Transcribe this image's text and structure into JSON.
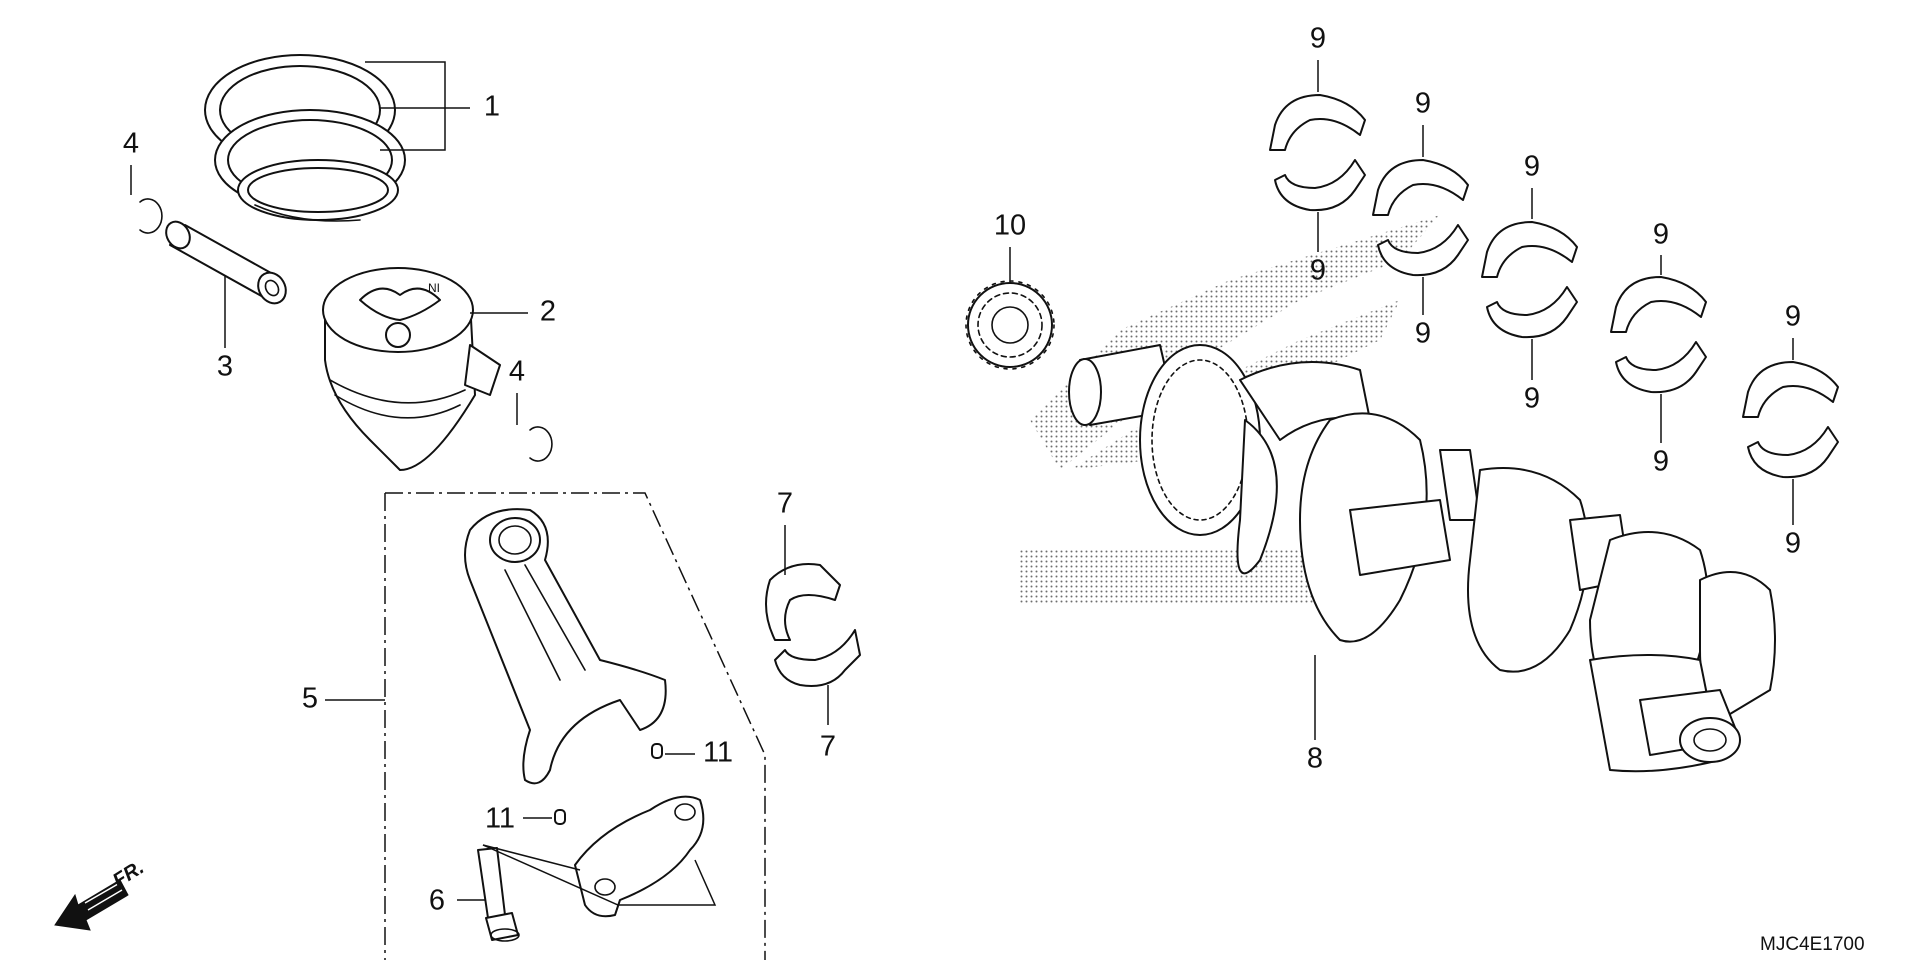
{
  "diagram_code": "MJC4E1700",
  "front_indicator": "FR.",
  "callouts": {
    "c1": "1",
    "c2": "2",
    "c3": "3",
    "c4a": "4",
    "c4b": "4",
    "c5": "5",
    "c6": "6",
    "c7a": "7",
    "c7b": "7",
    "c8": "8",
    "c9_1t": "9",
    "c9_1b": "9",
    "c9_2t": "9",
    "c9_2b": "9",
    "c9_3t": "9",
    "c9_3b": "9",
    "c9_4t": "9",
    "c9_4b": "9",
    "c9_5t": "9",
    "c9_5b": "9",
    "c10": "10",
    "c11a": "11",
    "c11b": "11"
  },
  "parts_icons": [
    "piston-ring-set-icon",
    "piston-icon",
    "piston-pin-icon",
    "pin-clip-icon",
    "connecting-rod-icon",
    "rod-bolt-icon",
    "rod-bearing-icon",
    "crankshaft-icon",
    "main-bearing-icon",
    "gear-icon",
    "dowel-pin-icon",
    "front-arrow-icon"
  ]
}
